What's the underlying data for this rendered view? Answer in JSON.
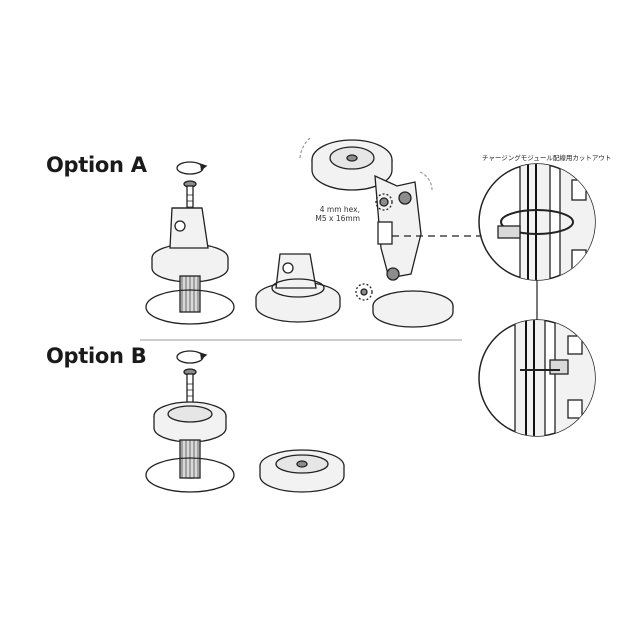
{
  "labels": {
    "option_a": "Option A",
    "option_b": "Option B"
  },
  "notes": {
    "hex_line1": "4 mm hex,",
    "hex_line2": "M5 x 16mm",
    "callout_title": "チャージングモジュール配線用カットアウト"
  },
  "colors": {
    "stroke": "#222222",
    "fill_light": "#f2f2f2",
    "fill_mid": "#d9d9d9",
    "fill_dark": "#8c8c8c",
    "divider": "#9a9a9a"
  },
  "icons": {
    "rotate": "rotate-arrow-icon",
    "motion": "motion-arrow-icon"
  }
}
